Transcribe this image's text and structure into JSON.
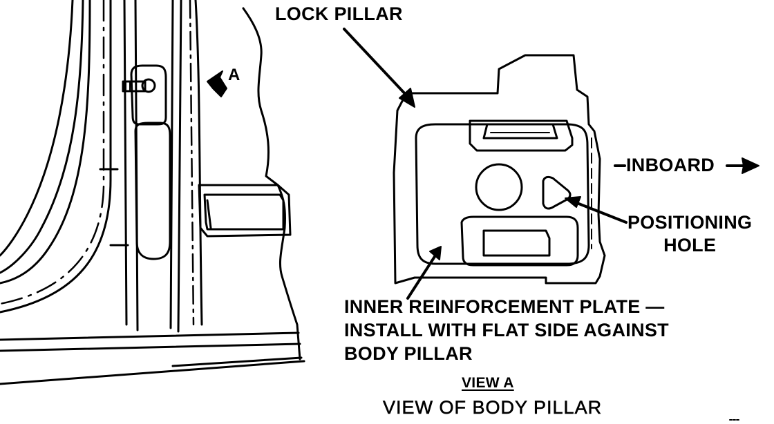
{
  "labels": {
    "lock_pillar": "LOCK PILLAR",
    "inboard": "INBOARD",
    "positioning_hole": [
      "POSITIONING",
      "HOLE"
    ],
    "inner_plate": [
      "INNER REINFORCEMENT PLATE —",
      "INSTALL WITH FLAT SIDE AGAINST",
      "BODY PILLAR"
    ],
    "view_a": "VIEW A",
    "view_title": "VIEW OF BODY PILLAR",
    "callout_a": "A"
  }
}
